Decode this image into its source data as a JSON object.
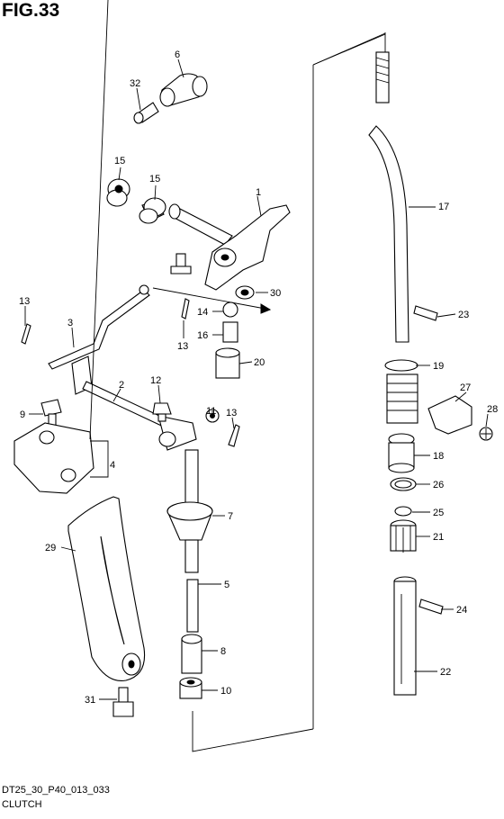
{
  "figure": {
    "title": "FIG.33",
    "code": "DT25_30_P40_013_033",
    "name": "CLUTCH"
  },
  "callouts": [
    {
      "id": "c6",
      "text": "6"
    },
    {
      "id": "c32",
      "text": "32"
    },
    {
      "id": "c15a",
      "text": "15"
    },
    {
      "id": "c15b",
      "text": "15"
    },
    {
      "id": "c1",
      "text": "1"
    },
    {
      "id": "c17",
      "text": "17"
    },
    {
      "id": "c30",
      "text": "30"
    },
    {
      "id": "c13a",
      "text": "13"
    },
    {
      "id": "c3",
      "text": "3"
    },
    {
      "id": "c14",
      "text": "14"
    },
    {
      "id": "c13b",
      "text": "13"
    },
    {
      "id": "c16",
      "text": "16"
    },
    {
      "id": "c23",
      "text": "23"
    },
    {
      "id": "c20",
      "text": "20"
    },
    {
      "id": "c19",
      "text": "19"
    },
    {
      "id": "c12",
      "text": "12"
    },
    {
      "id": "c2",
      "text": "2"
    },
    {
      "id": "c27",
      "text": "27"
    },
    {
      "id": "c28",
      "text": "28"
    },
    {
      "id": "c9",
      "text": "9"
    },
    {
      "id": "c11",
      "text": "11"
    },
    {
      "id": "c13c",
      "text": "13"
    },
    {
      "id": "c4",
      "text": "4"
    },
    {
      "id": "c18",
      "text": "18"
    },
    {
      "id": "c26",
      "text": "26"
    },
    {
      "id": "c7",
      "text": "7"
    },
    {
      "id": "c25",
      "text": "25"
    },
    {
      "id": "c29",
      "text": "29"
    },
    {
      "id": "c21",
      "text": "21"
    },
    {
      "id": "c5",
      "text": "5"
    },
    {
      "id": "c24",
      "text": "24"
    },
    {
      "id": "c8",
      "text": "8"
    },
    {
      "id": "c22",
      "text": "22"
    },
    {
      "id": "c31",
      "text": "31"
    },
    {
      "id": "c10",
      "text": "10"
    }
  ]
}
